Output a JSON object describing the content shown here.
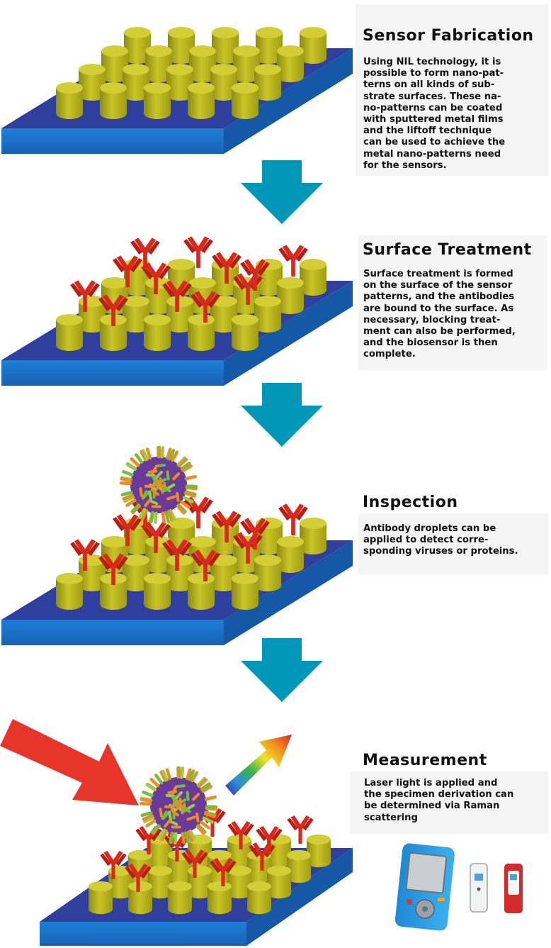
{
  "steps": [
    {
      "title": "Sensor Fabrication",
      "lines": [
        "Using NIL technology, it is",
        "possible to form nano-pat-",
        "terns on all kinds of sub-",
        "strate surfaces. These na-",
        "no-patterns can be coated",
        "with sputtered metal films",
        "and the liftoff technique",
        "can be used to achieve the",
        "metal nano-patterns need",
        "for the sensors."
      ]
    },
    {
      "title": "Surface Treatment",
      "lines": [
        "Surface treatment is formed",
        "on the surface of the sensor",
        "patterns, and the antibodies",
        "are bound to the surface. As",
        "necessary, blocking treat-",
        "ment can also be performed,",
        "and the biosensor is then",
        "complete."
      ]
    },
    {
      "title": "Inspection",
      "lines": [
        "Antibody droplets can be",
        "applied to detect corre-",
        "sponding viruses or proteins."
      ]
    },
    {
      "title": "Measurement",
      "lines": [
        "Laser light is applied and",
        "the specimen derivation can",
        "be determined via Raman",
        "scattering"
      ]
    }
  ],
  "colors": {
    "substrate_top": "#2f3f9e",
    "substrate_side": "#1a73c9",
    "pillar": "#b9b51c",
    "antibody": "#d8291c",
    "arrow": "#0097b8",
    "laser": "#e8352a"
  },
  "icons": [
    "pillar-array",
    "antibody",
    "virus-particle",
    "down-arrow-icon",
    "laser-arrow",
    "rainbow-arrow",
    "handheld-device",
    "test-cartridge"
  ]
}
